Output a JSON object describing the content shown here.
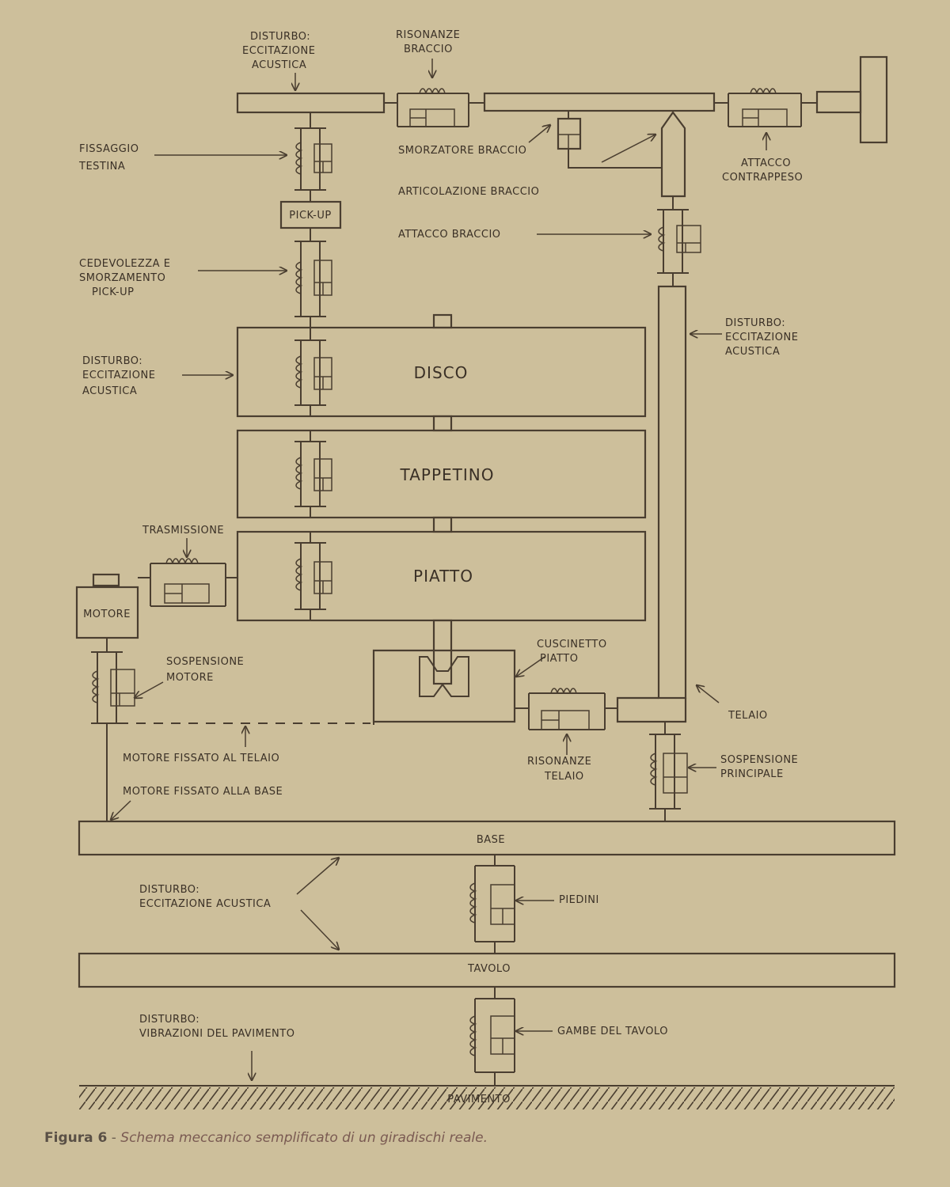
{
  "labels": {
    "disturbo_top": [
      "DISTURBO:",
      "ECCITAZIONE",
      "ACUSTICA"
    ],
    "risonanze_braccio": [
      "RISONANZE",
      "BRACCIO"
    ],
    "fissaggio_testina": [
      "FISSAGGIO",
      "TESTINA"
    ],
    "smorzatore_braccio": "SMORZATORE BRACCIO",
    "attacco_contrappeso": [
      "ATTACCO",
      "CONTRAPPESO"
    ],
    "articolazione_braccio": "ARTICOLAZIONE BRACCIO",
    "pick_up": "PICK-UP",
    "attacco_braccio": "ATTACCO BRACCIO",
    "cedevolezza": [
      "CEDEVOLEZZA E",
      "SMORZAMENTO",
      "PICK-UP"
    ],
    "disturbo_right": [
      "DISTURBO:",
      "ECCITAZIONE",
      "ACUSTICA"
    ],
    "disturbo_left": [
      "DISTURBO:",
      "ECCITAZIONE",
      "ACUSTICA"
    ],
    "disco": "DISCO",
    "tappetino": "TAPPETINO",
    "trasmissione": "TRASMISSIONE",
    "piatto": "PIATTO",
    "motore": "MOTORE",
    "cuscinetto_piatto": [
      "CUSCINETTO",
      "PIATTO"
    ],
    "sospensione_motore": [
      "SOSPENSIONE",
      "MOTORE"
    ],
    "telaio": "TELAIO",
    "risonanze_telaio": [
      "RISONANZE",
      "TELAIO"
    ],
    "motore_fissato_telaio": "MOTORE FISSATO AL TELAIO",
    "sospensione_principale": [
      "SOSPENSIONE",
      "PRINCIPALE"
    ],
    "motore_fissato_base": "MOTORE FISSATO ALLA BASE",
    "base": "BASE",
    "disturbo_bottom": [
      "DISTURBO:",
      "ECCITAZIONE ACUSTICA"
    ],
    "piedini": "PIEDINI",
    "tavolo": "TAVOLO",
    "disturbo_pavimento": [
      "DISTURBO:",
      "VIBRAZIONI DEL PAVIMENTO"
    ],
    "gambe_tavolo": "GAMBE DEL TAVOLO",
    "pavimento": "PAVIMENTO"
  },
  "caption": {
    "figure": "Figura 6",
    "separator": " - ",
    "description": "Schema meccanico semplificato di un giradischi reale."
  },
  "colors": {
    "paper": "#cdbf9b",
    "ink": "#4a3e30"
  }
}
